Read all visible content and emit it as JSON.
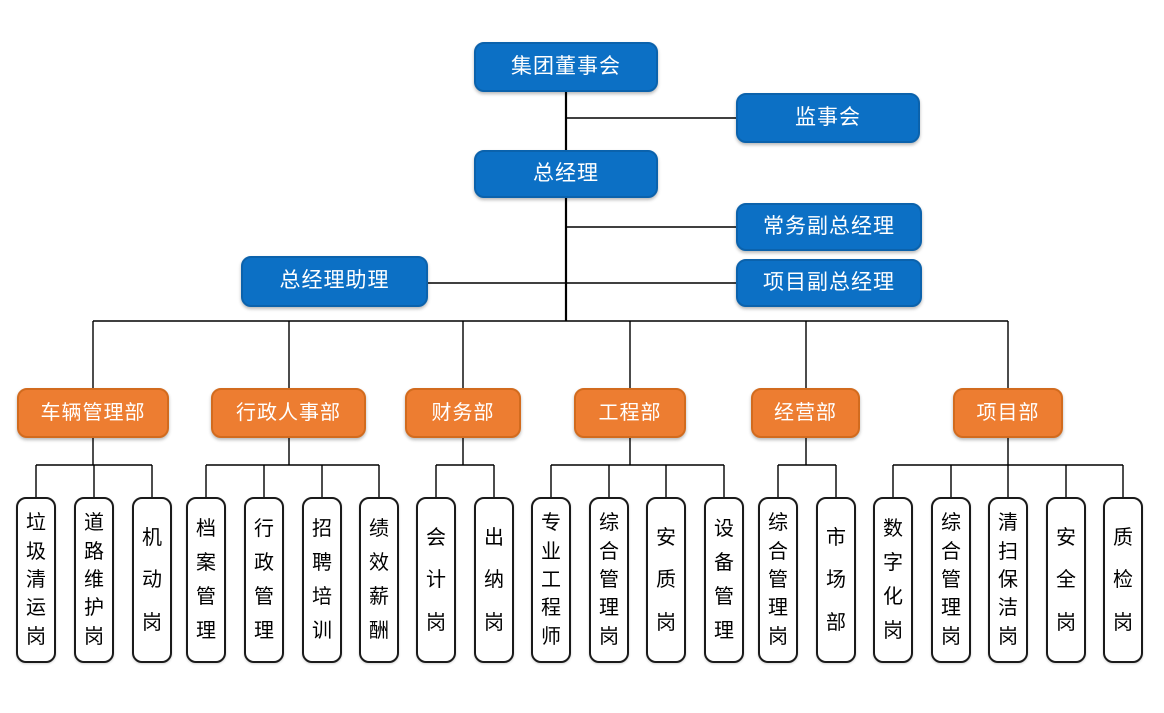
{
  "chart_type": "organization-chart",
  "colors": {
    "executive_fill": "#0C70C5",
    "executive_border": "#0B62AC",
    "department_fill": "#ED7D31",
    "department_border": "#D26B1E",
    "position_fill": "#FFFFFF",
    "position_border": "#1A1A1A",
    "connector_line": "#000000",
    "text_on_color": "#FFFFFF",
    "text_on_white": "#000000"
  },
  "nodes": {
    "board": "集团董事会",
    "supervisory": "监事会",
    "gm": "总经理",
    "deputy_gm_executive": "常务副总经理",
    "gm_assistant": "总经理助理",
    "deputy_gm_project": "项目副总经理"
  },
  "departments": [
    {
      "label": "车辆管理部",
      "positions": [
        "垃圾清运岗",
        "道路维护岗",
        "机动岗"
      ]
    },
    {
      "label": "行政人事部",
      "positions": [
        "档案管理",
        "行政管理",
        "招聘培训",
        "绩效薪酬"
      ]
    },
    {
      "label": "财务部",
      "positions": [
        "会计岗",
        "出纳岗"
      ]
    },
    {
      "label": "工程部",
      "positions": [
        "专业工程师",
        "综合管理岗",
        "安质岗",
        "设备管理"
      ]
    },
    {
      "label": "经营部",
      "positions": [
        "综合管理岗",
        "市场部"
      ]
    },
    {
      "label": "项目部",
      "positions": [
        "数字化岗",
        "综合管理岗",
        "清扫保洁岗",
        "安全岗",
        "质检岗"
      ]
    }
  ]
}
